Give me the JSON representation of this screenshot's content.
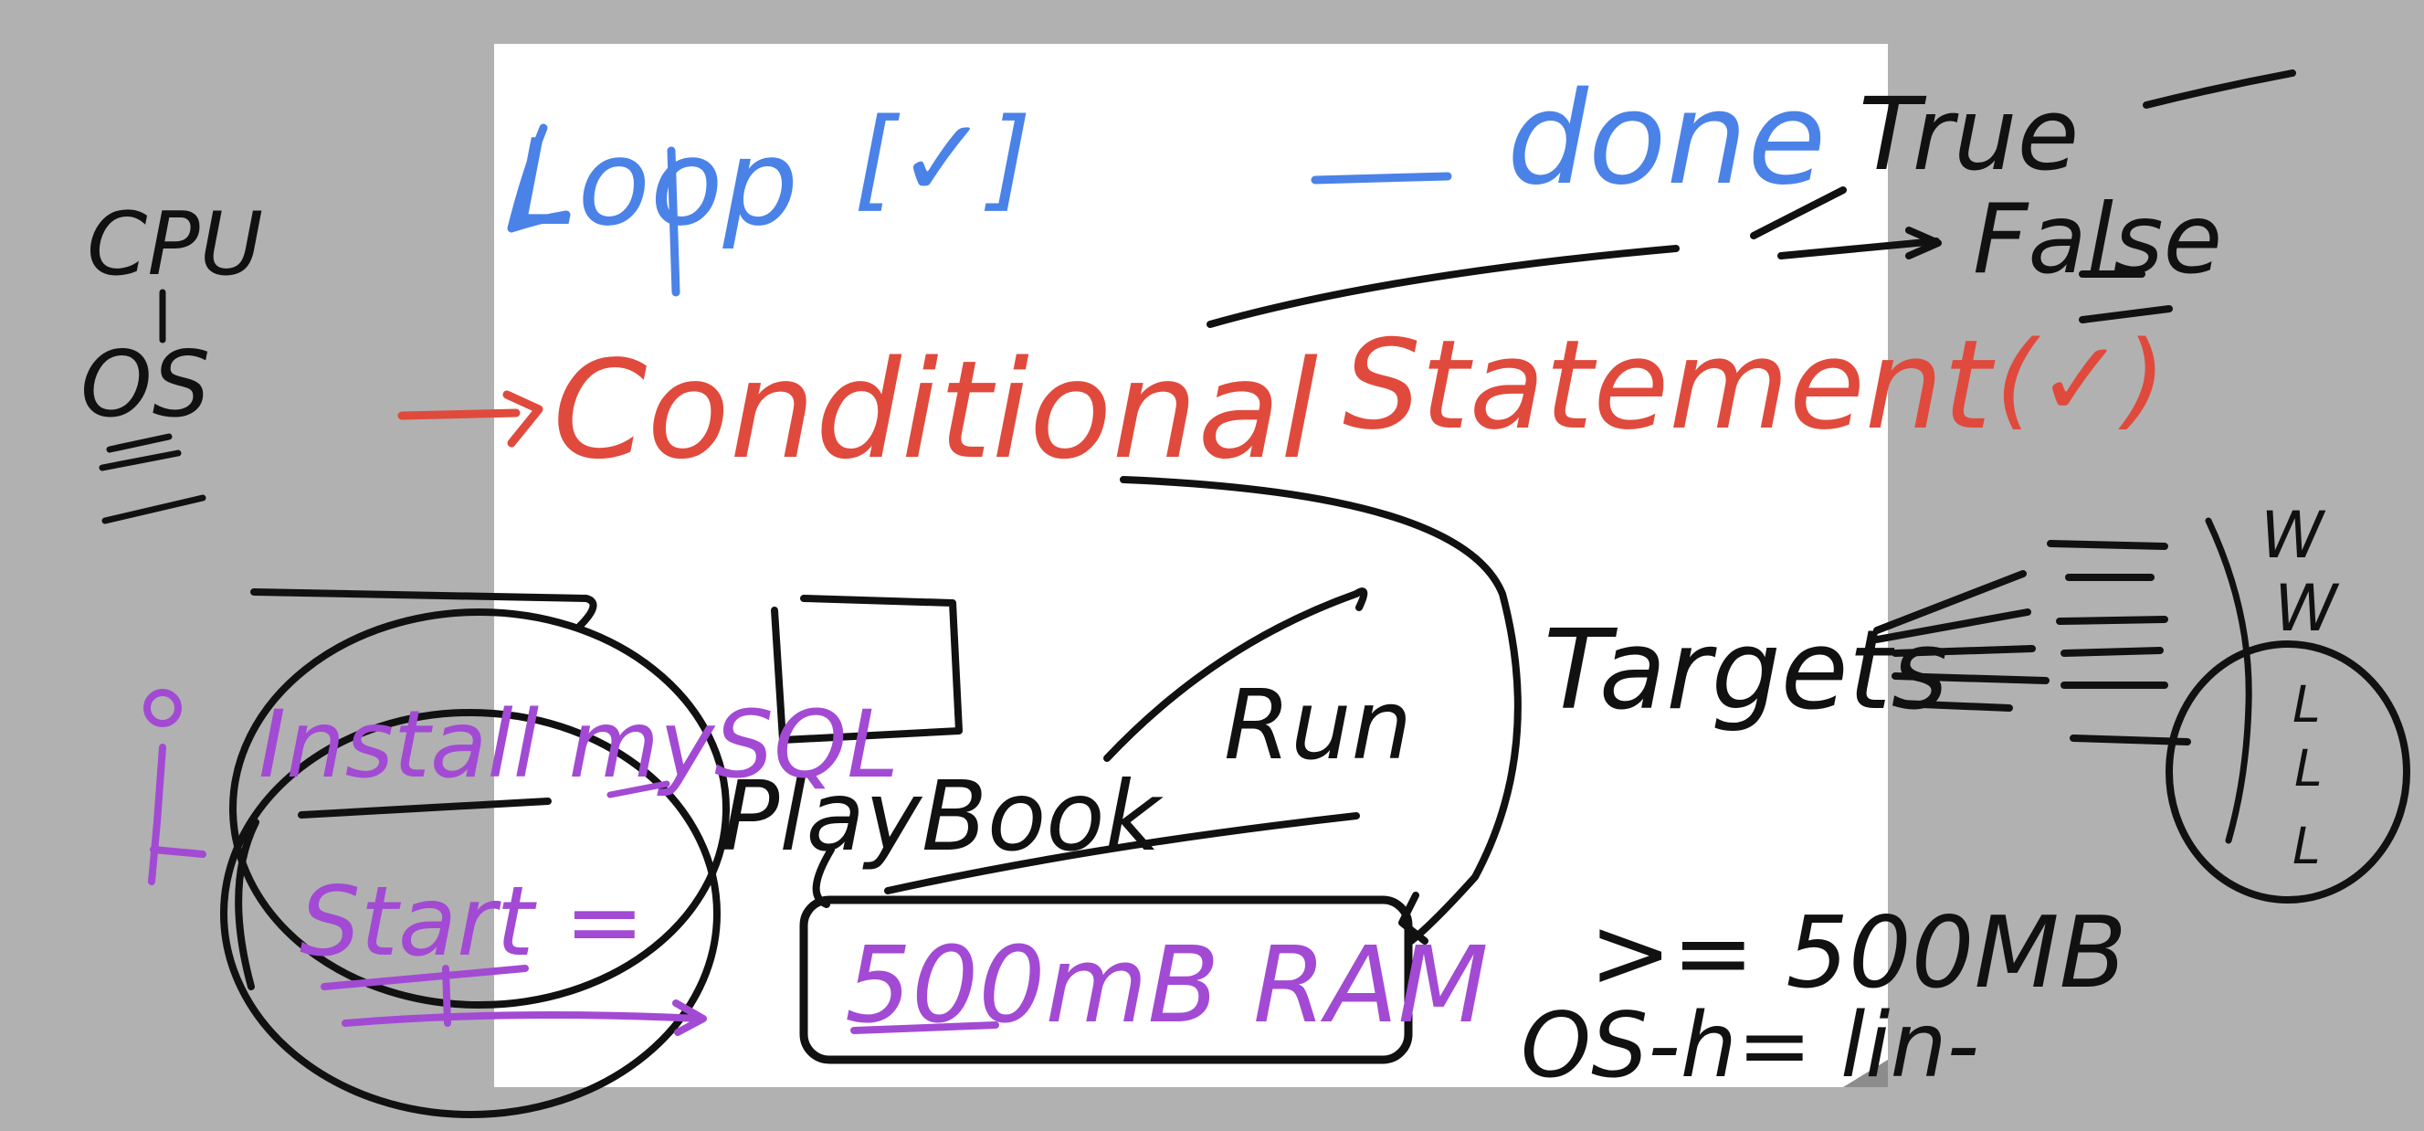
{
  "colors": {
    "background": "#b1b1b1",
    "page": "#ffffff",
    "ink_black": "#111111",
    "ink_blue": "#4a82e8",
    "ink_red": "#e04a3c",
    "ink_purple": "#a24ad4"
  },
  "notes": {
    "loop": "Loop",
    "loop_check": "[✓]",
    "done": "done",
    "true_label": "True",
    "false_label": "False",
    "cpu": "CPU",
    "os": "OS",
    "conditional": "Conditional",
    "statement": "Statement",
    "statement_check": "(✓)",
    "install": "Install mySQL",
    "start": "Start =",
    "playbook": "PlayBook",
    "run": "Run",
    "targets": "Targets",
    "ram": "500mB RAM",
    "gte": ">= 500MB",
    "os_line": "OS-h= lin-",
    "w1": "W",
    "w2": "W",
    "l1": "L",
    "l2": "L",
    "l3": "L"
  }
}
